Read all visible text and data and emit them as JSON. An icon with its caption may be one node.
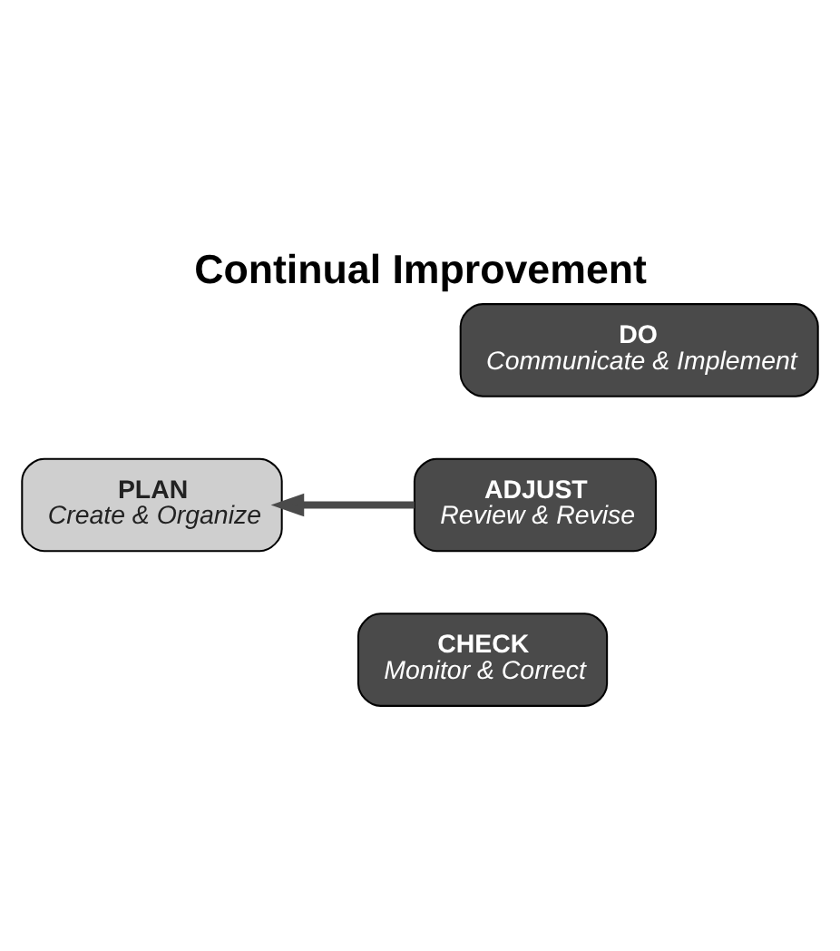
{
  "diagram": {
    "title": "Continual Improvement",
    "nodes": [
      {
        "text": [
          "PLAN",
          "Create & Organize"
        ]
      },
      {
        "text": [
          "DO",
          "Communicate & Implement"
        ]
      },
      {
        "text": [
          "CHECK",
          "Monitor & Correct"
        ]
      },
      {
        "text": [
          "ADJUST",
          "Review & Revise"
        ]
      }
    ],
    "edges": [
      {
        "from": 3,
        "to": 0,
        "arrow": "to"
      }
    ]
  }
}
